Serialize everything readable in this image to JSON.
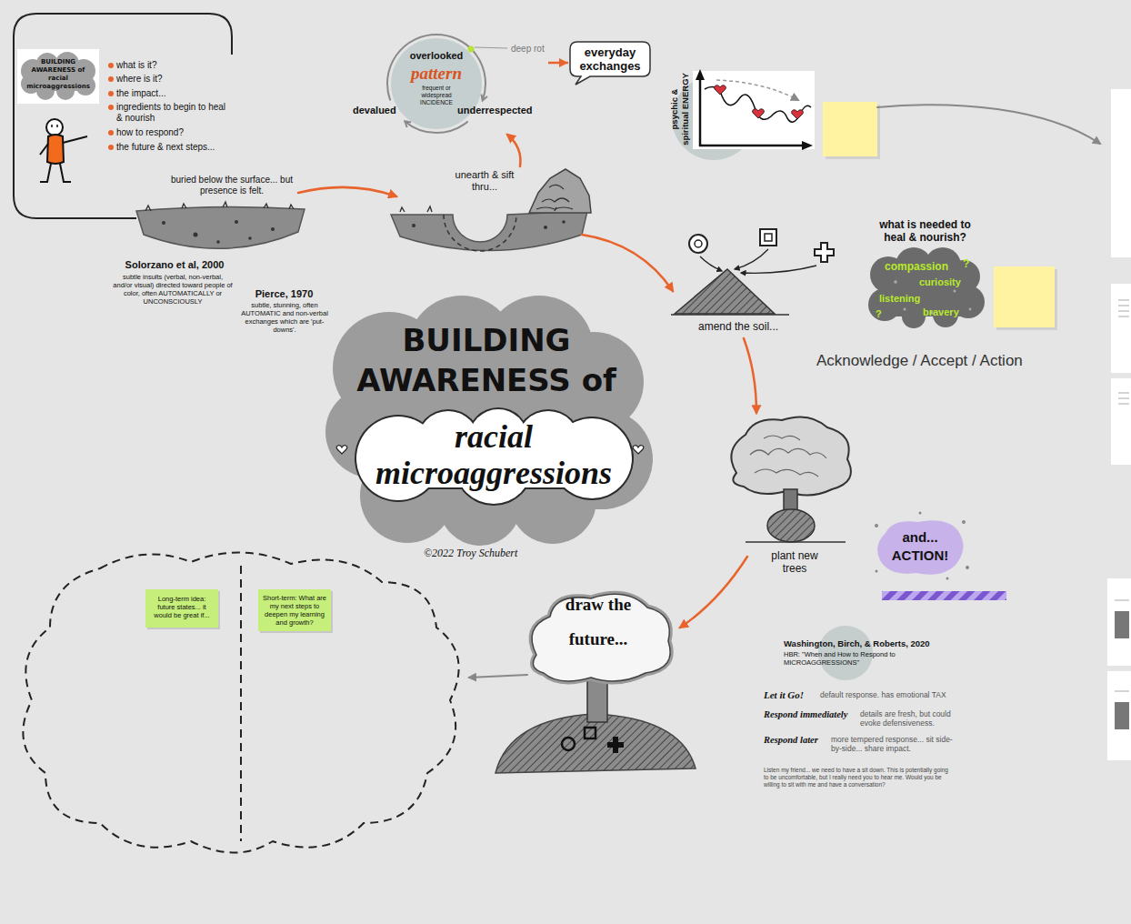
{
  "diagram": {
    "nodes": [
      {
        "text": [
          "what is it?",
          "where is it?",
          "the impact...",
          "ingredients to begin to heal & nourish",
          "how to respond?",
          "the future & next steps..."
        ]
      },
      {
        "text": [
          "BUILDING AWARENESS of racial microaggressions"
        ],
        "in": 0
      },
      {
        "text": [
          "overlooked",
          "pattern",
          "frequent or widespread INCIDENCE",
          "devalued",
          "underrespected"
        ]
      },
      {
        "text": [
          "everyday exchanges"
        ]
      },
      {
        "text": [
          "BUILDING AWARENESS of"
        ]
      },
      {
        "text": [
          "racial microaggressions"
        ],
        "in": 4
      },
      {
        "text": [
          "what is needed to heal & nourish?",
          "compassion",
          "curiosity",
          "listening",
          "bravery",
          "?",
          "?"
        ]
      },
      {
        "text": [
          "and... ACTION!"
        ]
      },
      {
        "text": [
          "Washington, Birch, & Roberts, 2020",
          "HBR: \"When and How to Respond to MICROAGGRESSIONS\""
        ]
      },
      {
        "text": [
          "Long-term idea: future states... it would be great if..."
        ]
      },
      {
        "text": [
          "Short-term: What are my next steps to deepen my learning and growth?"
        ]
      }
    ],
    "edges": [
      {
        "from": 2,
        "to": 3,
        "arrow": "to"
      }
    ],
    "labels": [
      "deep rot",
      "psychic & spiritual ENERGY",
      "buried below the surface... but presence is felt.",
      "unearth & sift thru...",
      "Solorzano et al, 2000",
      "subtle insults (verbal, non-verbal, and/or visual) directed toward people of color, often AUTOMATICALLY or UNCONSCIOUSLY",
      "Pierce, 1970",
      "subtle, stunning, often AUTOMATIC and non-verbal exchanges which are 'put-downs'.",
      "amend the soil...",
      "Acknowledge / Accept / Action",
      "©2022 Troy Schubert",
      "plant new trees",
      "draw the future...",
      "Let it Go!",
      "default response. has emotional TAX",
      "Respond immediately",
      "details are fresh, but could evoke defensiveness.",
      "Respond later",
      "more tempered response... sit side-by-side... share impact.",
      "Listen my friend... we need to have a sit down. This is potentially going to be uncomfortable, but I really need you to hear me. Would you be willing to sit with me and have a conversation?"
    ]
  }
}
